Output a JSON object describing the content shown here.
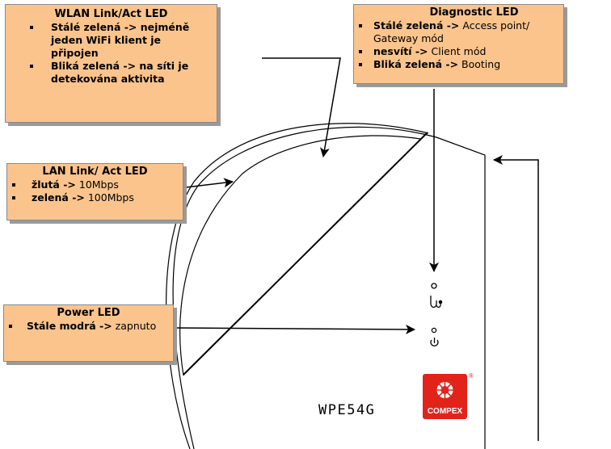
{
  "wlan": {
    "title": "WLAN Link/Act LED",
    "items": [
      {
        "text": "Stálé zelená -> nejméně jeden WiFi klient je připojen"
      },
      {
        "text": "Bliká zelená -> na síti je detekována aktivita"
      }
    ]
  },
  "diag": {
    "title": "Diagnostic LED",
    "items": [
      {
        "bold": "Stálé zelená ->",
        "normal": " Access point/ Gateway mód"
      },
      {
        "bold": "nesvítí ->",
        "normal": " Client mód"
      },
      {
        "bold": "Bliká zelená ->",
        "normal": " Booting"
      }
    ]
  },
  "lan": {
    "title": "LAN Link/ Act LED",
    "items": [
      {
        "bold": "žlutá ->",
        "normal": " 10Mbps"
      },
      {
        "bold": "zelená ->",
        "normal": " 100Mbps"
      }
    ]
  },
  "power": {
    "title": "Power LED",
    "items": [
      {
        "bold": "Stále modrá ->",
        "normal": " zapnuto"
      }
    ]
  },
  "device": {
    "model": "WPE54G",
    "brand": "COMPEX",
    "registered": "®",
    "brand_color": "#e2231a",
    "icons": [
      "diagnostic-led-icon",
      "power-icon"
    ]
  },
  "colors": {
    "callout_fill": "#fbc48c",
    "callout_border": "#8a8a8a"
  }
}
